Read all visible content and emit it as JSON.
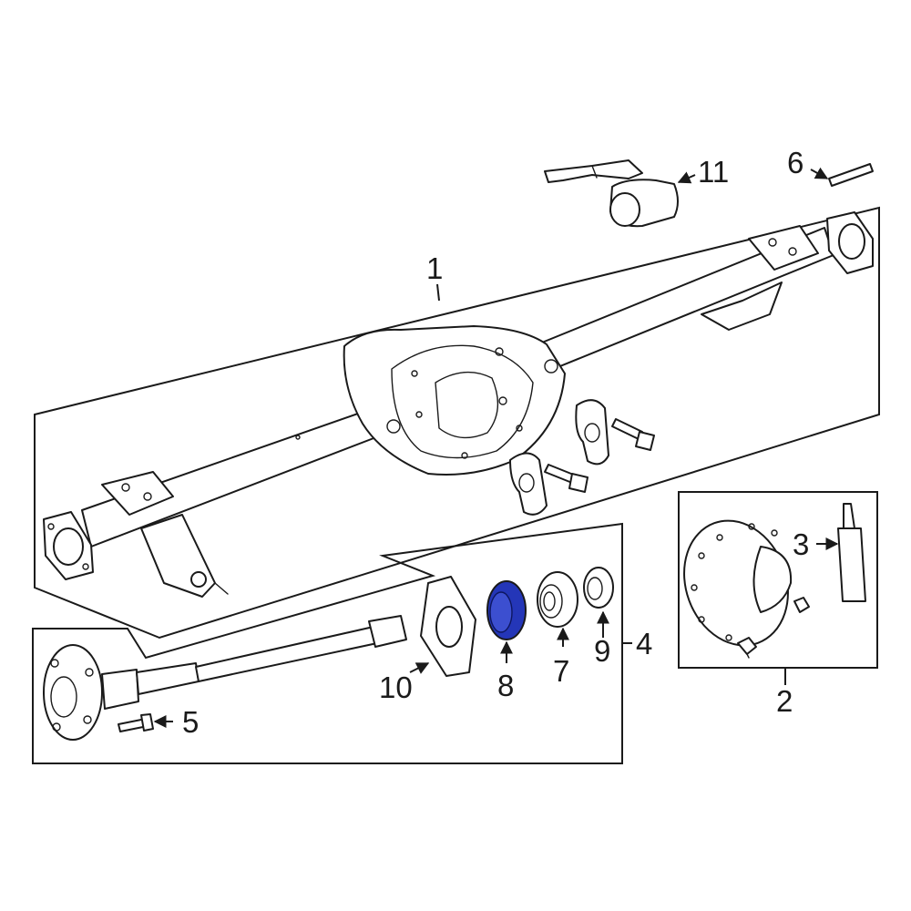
{
  "diagram": {
    "highlight_color": "#2436b8",
    "line_color": "#1a1a1a",
    "background": "#ffffff",
    "callouts": [
      {
        "id": "1",
        "label": "1"
      },
      {
        "id": "2",
        "label": "2"
      },
      {
        "id": "3",
        "label": "3"
      },
      {
        "id": "4",
        "label": "4"
      },
      {
        "id": "5",
        "label": "5"
      },
      {
        "id": "6",
        "label": "6"
      },
      {
        "id": "7",
        "label": "7"
      },
      {
        "id": "8",
        "label": "8"
      },
      {
        "id": "9",
        "label": "9"
      },
      {
        "id": "10",
        "label": "10"
      },
      {
        "id": "11",
        "label": "11"
      }
    ]
  }
}
